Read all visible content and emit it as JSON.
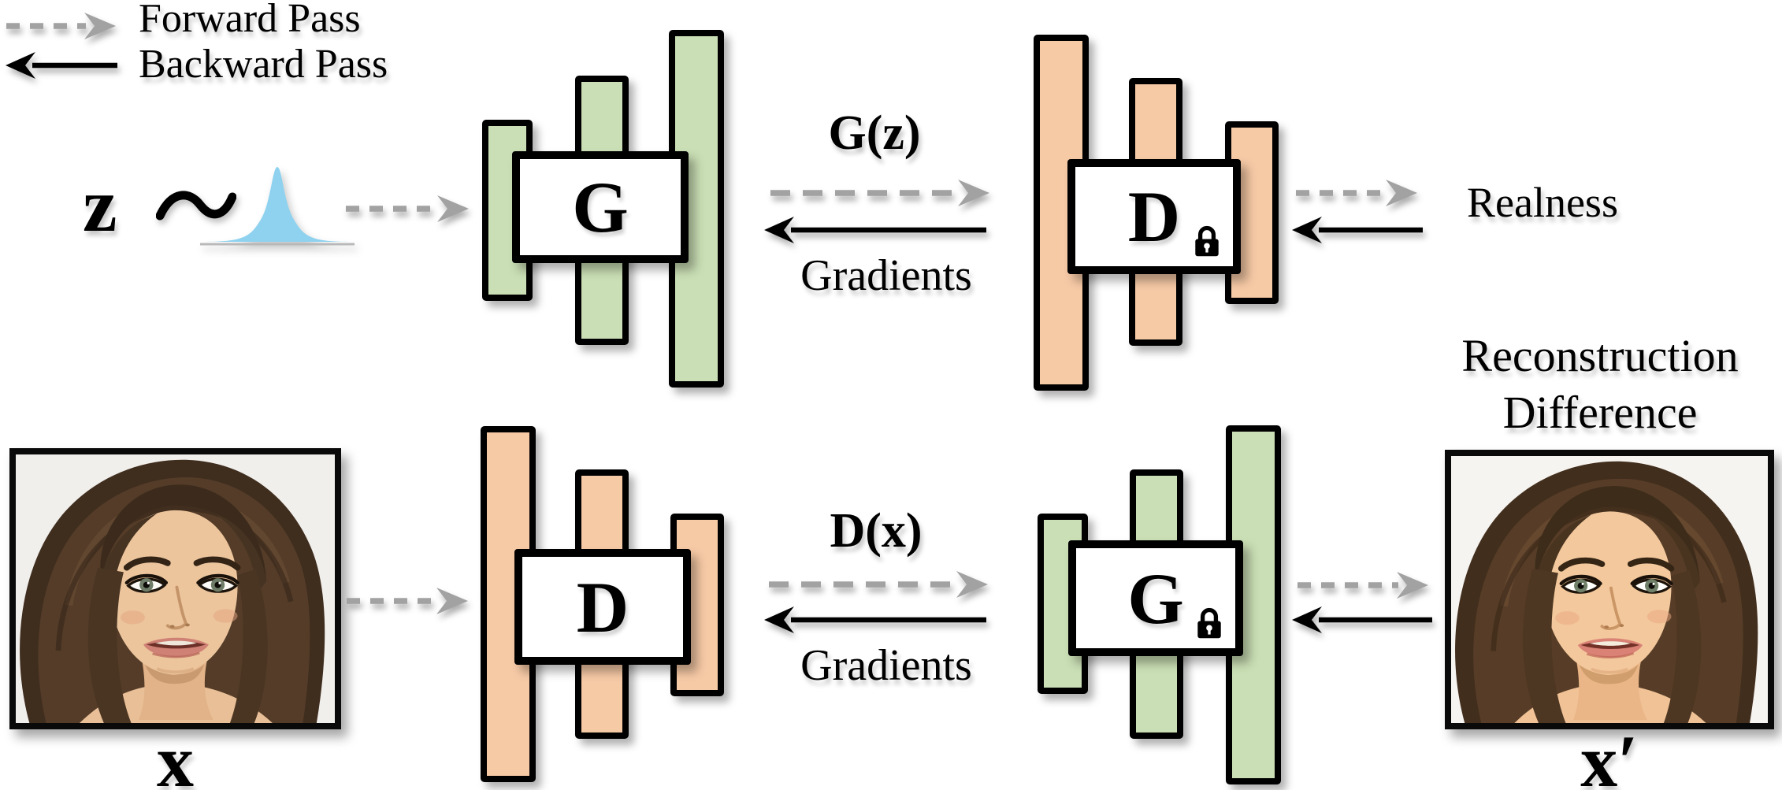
{
  "legend": {
    "forward_label": "Forward Pass",
    "backward_label": "Backward Pass"
  },
  "colors": {
    "generator_bar": "#cadfb5",
    "discriminator_bar": "#f7caa6",
    "distribution_fill": "#8ed2ef",
    "forward_arrow_gray": "#a2a2a2",
    "backward_arrow_black": "#000000"
  },
  "top_row": {
    "latent_symbol": "z",
    "generator_letter": "G",
    "forward_signal_label": "G(z)",
    "backward_signal_label": "Gradients",
    "discriminator_letter": "D",
    "output_label": "Realness"
  },
  "bottom_row": {
    "input_image_label": "x",
    "discriminator_letter": "D",
    "forward_signal_label": "D(x)",
    "backward_signal_label": "Gradients",
    "generator_letter": "G",
    "reconstruction_title": {
      "line1": "Reconstruction",
      "line2": "Difference"
    },
    "output_image_label": "x′"
  }
}
